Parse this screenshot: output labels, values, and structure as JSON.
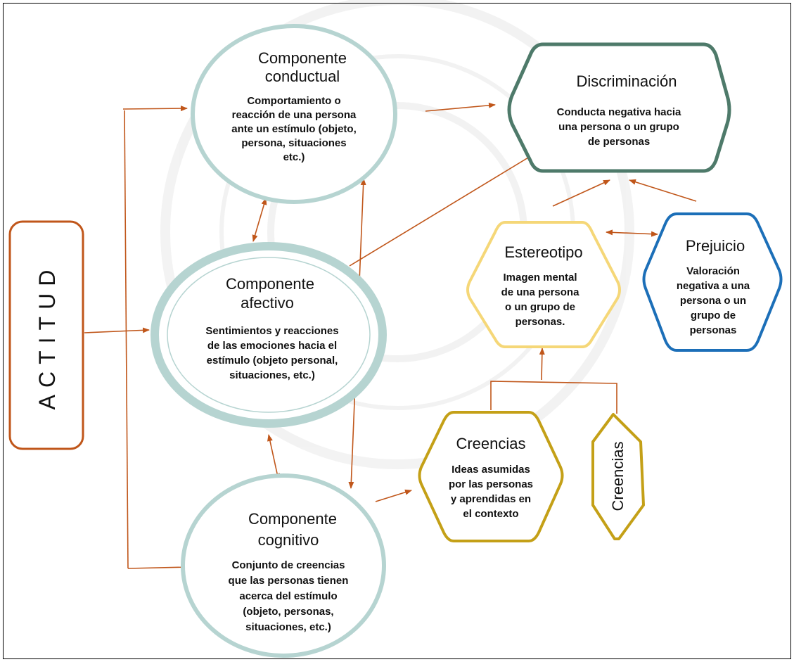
{
  "actitud": {
    "label": "ACTITUD"
  },
  "conductual": {
    "title": [
      "Componente",
      "conductual"
    ],
    "body": [
      "Comportamiento o",
      "reacción de una persona",
      "ante un estímulo (objeto,",
      "persona, situaciones",
      "etc.)"
    ]
  },
  "afectivo": {
    "title": [
      "Componente",
      "afectivo"
    ],
    "body": [
      "Sentimientos y reacciones",
      "de las emociones hacia el",
      "estímulo (objeto personal,",
      "situaciones, etc.)"
    ]
  },
  "cognitivo": {
    "title": [
      "Componente",
      "cognitivo"
    ],
    "body": [
      "Conjunto de creencias",
      "que las personas tienen",
      "acerca del estímulo",
      "(objeto, personas,",
      "situaciones, etc.)"
    ]
  },
  "discriminacion": {
    "title": "Discriminación",
    "body": [
      "Conducta negativa hacia",
      "una persona o un grupo",
      "de personas"
    ]
  },
  "estereotipo": {
    "title": "Estereotipo",
    "body": [
      "Imagen mental",
      "de una persona",
      "o un grupo de",
      "personas."
    ]
  },
  "prejuicio": {
    "title": "Prejuicio",
    "body": [
      "Valoración",
      "negativa a una",
      "persona o un",
      "grupo de",
      "personas"
    ]
  },
  "creencias": {
    "title": "Creencias",
    "body": [
      "Ideas asumidas",
      "por las personas",
      "y aprendidas en",
      "el contexto"
    ]
  },
  "creencias_small": {
    "label": "Creencias"
  },
  "colors": {
    "arrow": "#c0561a",
    "actitud_border": "#c0561a",
    "component_circle": "#b6d4d1",
    "discriminacion_border": "#4e7a6a",
    "estereotipo_border": "#f5d778",
    "prejuicio_border": "#1c6fb8",
    "creencias_border": "#c4a017"
  }
}
